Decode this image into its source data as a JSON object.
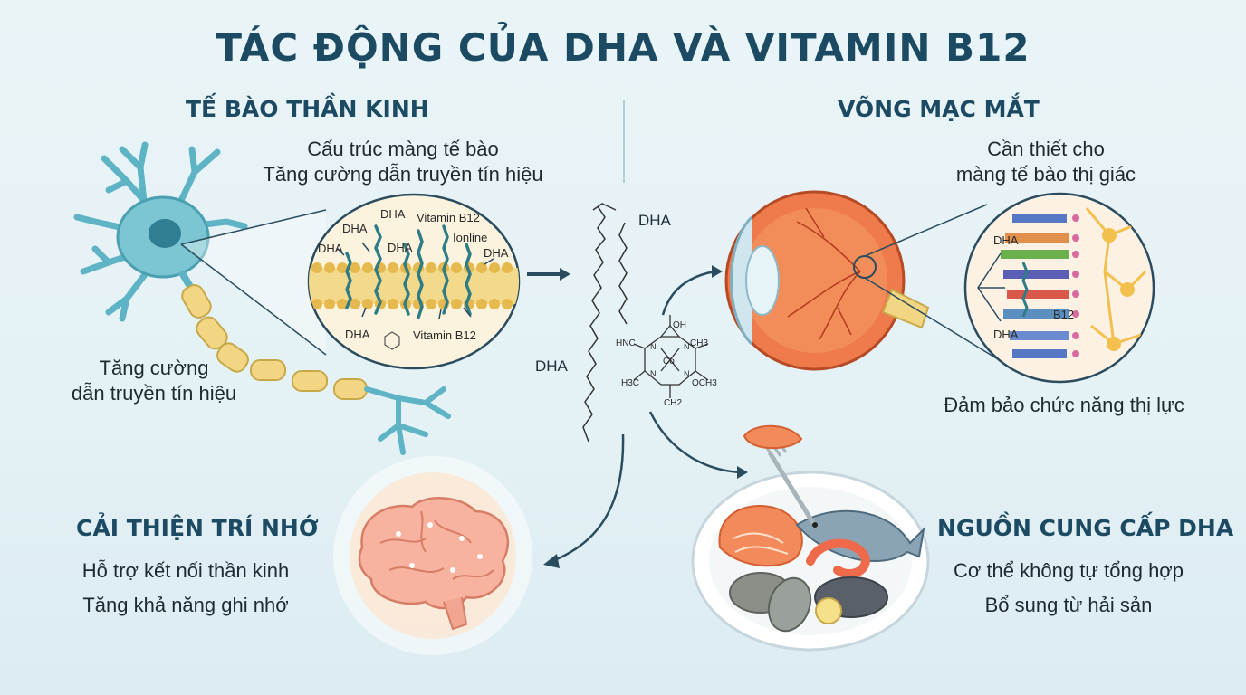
{
  "title": "TÁC ĐỘNG CỦA DHA VÀ VITAMIN B12",
  "neuron": {
    "heading": "TẾ BÀO THẦN KINH",
    "desc_line1": "Cấu trúc màng tế bào",
    "desc_line2": "Tăng cường dẫn truyền tín hiệu",
    "side_line1": "Tăng cường",
    "side_line2": "dẫn truyền tín hiệu",
    "membrane_labels": {
      "dha_1": "DHA",
      "dha_2": "DHA",
      "dha_3": "DHA",
      "dha_4": "DHA",
      "dha_5": "DHA",
      "b12_top": "Vitamin B12",
      "b12_bottom": "Vitamin B12",
      "ionline": "Ionline"
    }
  },
  "retina": {
    "heading": "VÕNG MẠC MẮT",
    "desc_line1": "Cần thiết cho",
    "desc_line2": "màng tế bào thị giác",
    "bottom_text": "Đảm bảo chức năng thị lực",
    "labels": {
      "dha_top": "DHA",
      "b12": "B12",
      "dha_bottom": "DHA"
    }
  },
  "center": {
    "dha_top": "DHA",
    "dha_left": "DHA",
    "b12_atoms": {
      "oh": "OH",
      "hnc": "HNC",
      "ch3_right": "CH3",
      "co": "Co",
      "n1": "N",
      "n2": "N",
      "n3": "N",
      "n4": "N",
      "h3c": "H3C",
      "och3": "OCH3",
      "ch2": "CH2"
    }
  },
  "memory": {
    "heading": "CẢI THIỆN TRÍ NHỚ",
    "line1": "Hỗ trợ kết nối thần kinh",
    "line2": "Tăng khả năng ghi nhớ"
  },
  "source": {
    "heading": "NGUỒN CUNG CẤP DHA",
    "line1": "Cơ thể không tự tổng hợp",
    "line2": "Bổ sung từ hải sản"
  },
  "colors": {
    "heading": "#1c4a63",
    "neuron": "#5eb4c4",
    "axon": "#f2d684",
    "membrane": "#f3d98b",
    "eye": "#ef7a4b",
    "brain": "#f7b3a0",
    "arrow": "#2a4c5e"
  }
}
